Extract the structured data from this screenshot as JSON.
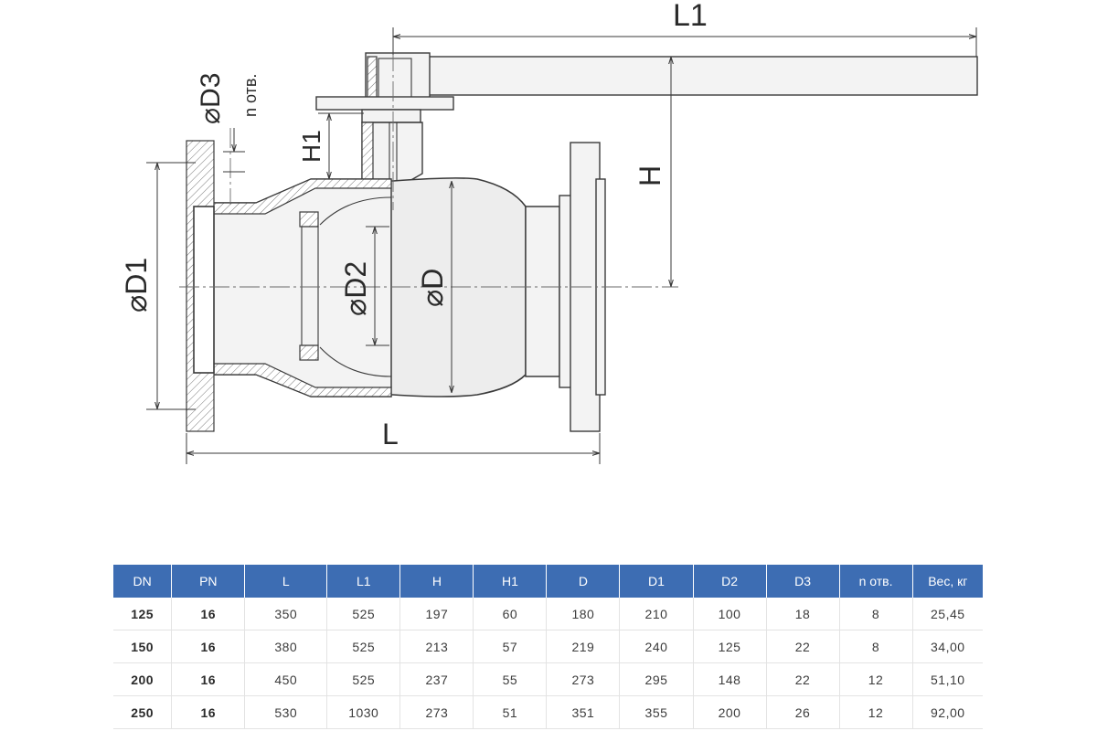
{
  "drawing": {
    "labels": {
      "L1": "L1",
      "L": "L",
      "H": "H",
      "H1": "H1",
      "D": "⌀D",
      "D1": "⌀D1",
      "D2": "⌀D2",
      "D3": "⌀D3",
      "n_holes": "n отв."
    }
  },
  "table": {
    "headers": [
      "DN",
      "PN",
      "L",
      "L1",
      "H",
      "H1",
      "D",
      "D1",
      "D2",
      "D3",
      "n отв.",
      "Вес, кг"
    ],
    "rows": [
      [
        "125",
        "16",
        "350",
        "525",
        "197",
        "60",
        "180",
        "210",
        "100",
        "18",
        "8",
        "25,45"
      ],
      [
        "150",
        "16",
        "380",
        "525",
        "213",
        "57",
        "219",
        "240",
        "125",
        "22",
        "8",
        "34,00"
      ],
      [
        "200",
        "16",
        "450",
        "525",
        "237",
        "55",
        "273",
        "295",
        "148",
        "22",
        "12",
        "51,10"
      ],
      [
        "250",
        "16",
        "530",
        "1030",
        "273",
        "51",
        "351",
        "355",
        "200",
        "26",
        "12",
        "92,00"
      ]
    ],
    "colors": {
      "header_bg": "#3d6db3",
      "header_text": "#ffffff"
    }
  }
}
